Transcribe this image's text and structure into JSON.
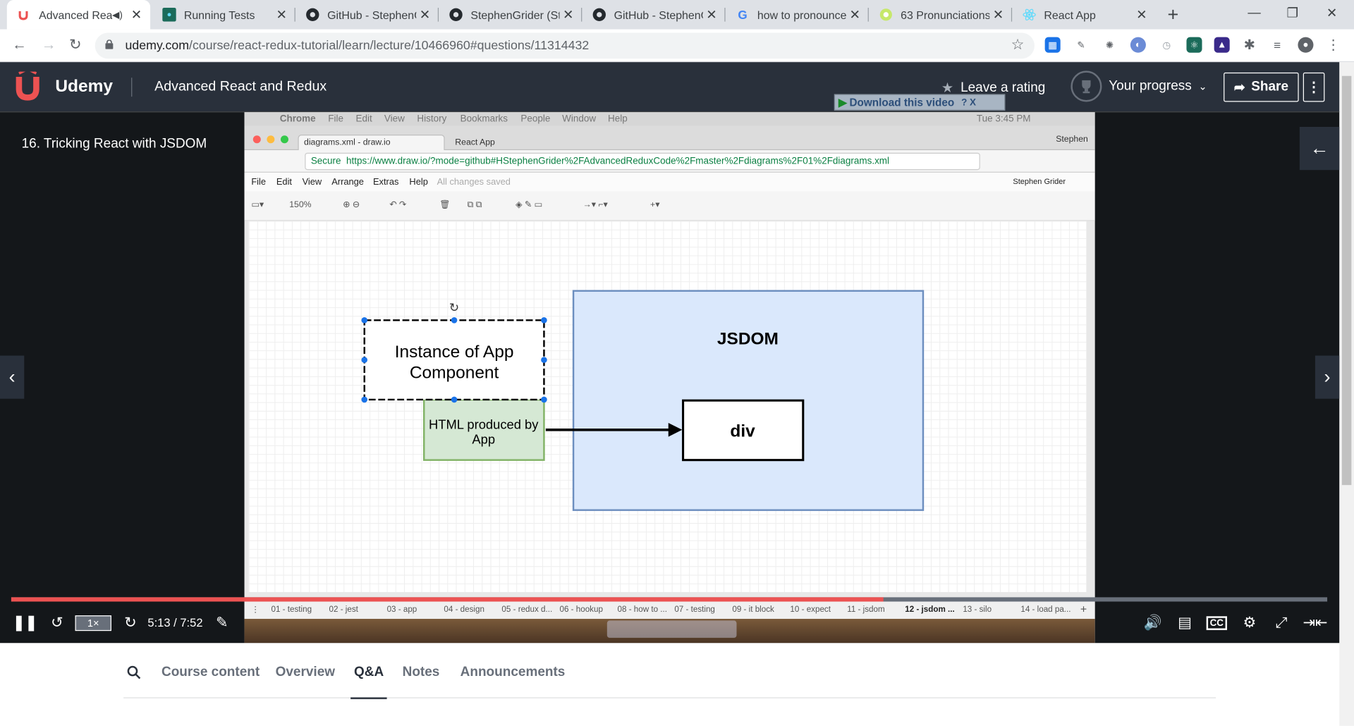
{
  "browser": {
    "tabs": [
      {
        "title": "Advanced Rea",
        "icon": "udemy-icon",
        "active": true
      },
      {
        "title": "Running Tests",
        "icon": "react-icon"
      },
      {
        "title": "GitHub - StephenG",
        "icon": "github-icon"
      },
      {
        "title": "StephenGrider (Ste",
        "icon": "github-icon"
      },
      {
        "title": "GitHub - StephenG",
        "icon": "github-icon"
      },
      {
        "title": "how to pronounce",
        "icon": "google-icon"
      },
      {
        "title": "63 Pronunciations",
        "icon": "pronunciation-icon"
      },
      {
        "title": "React App",
        "icon": "react-icon"
      }
    ],
    "url_host": "udemy.com",
    "url_path": "/course/react-redux-tutorial/learn/lecture/10466960#questions/11314432"
  },
  "header": {
    "logo_text": "Udemy",
    "course_title": "Advanced React and Redux",
    "rating_label": "Leave a rating",
    "progress_label": "Your progress",
    "share_label": "Share",
    "download_label": "Download this video",
    "download_extra": "? X"
  },
  "player": {
    "lecture_title": "16. Tricking React with JSDOM",
    "speed": "1×",
    "time": "5:13 / 7:52",
    "progress_fraction": 0.663
  },
  "video": {
    "mac_menu": [
      "Chrome",
      "File",
      "Edit",
      "View",
      "History",
      "Bookmarks",
      "People",
      "Window",
      "Help"
    ],
    "mac_clock": "Tue 3:45 PM",
    "mac_tabs": [
      "diagrams.xml - draw.io",
      "React App"
    ],
    "mac_user": "Stephen",
    "secure": "Secure",
    "url": "https://www.draw.io/?mode=github#HStephenGrider%2FAdvancedReduxCode%2Fmaster%2Fdiagrams%2F01%2Fdiagrams.xml",
    "drawio_menu": [
      "File",
      "Edit",
      "View",
      "Arrange",
      "Extras",
      "Help"
    ],
    "saved_status": "All changes saved",
    "account": "Stephen Grider",
    "zoom": "150%",
    "diagram": {
      "box1": "Instance of App Component",
      "box2": "HTML produced by App",
      "container": "JSDOM",
      "box3": "div"
    },
    "page_tabs": [
      "01 - testing",
      "02 - jest",
      "03 - app",
      "04 - design",
      "05 - redux d...",
      "06 - hookup",
      "08 - how to ...",
      "07 - testing",
      "09 - it block",
      "10 - expect",
      "11 - jsdom",
      "12 - jsdom ...",
      "13 - silo",
      "14 - load pa..."
    ]
  },
  "bottom_tabs": [
    "Course content",
    "Overview",
    "Q&A",
    "Notes",
    "Announcements"
  ],
  "colors": {
    "udemy_red": "#ec5252",
    "header_bg": "#29303b",
    "diagram_blue": "#dae8fc",
    "diagram_green": "#d5e8d4"
  }
}
